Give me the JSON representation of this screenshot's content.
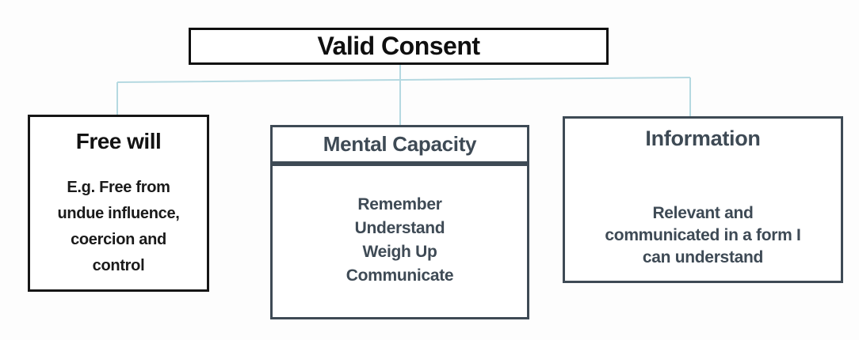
{
  "colors": {
    "node_border_black": "#0f0f0f",
    "node_border_slate": "#3e4a55",
    "node_text_slate": "#3e4a55",
    "connector_blue": "#b5d9e1",
    "background": "#fdfdfd"
  },
  "root_node": {
    "label": "Valid Consent"
  },
  "free_will": {
    "title": "Free will",
    "body_lines": [
      "E.g. Free from",
      "undue influence,",
      "coercion and",
      "control"
    ]
  },
  "mental_capacity": {
    "title": "Mental Capacity",
    "items": [
      "Remember",
      "Understand",
      "Weigh Up",
      "Communicate"
    ]
  },
  "information": {
    "title": "Information",
    "body_lines": [
      "Relevant and",
      "communicated in a form I",
      "can understand"
    ]
  }
}
